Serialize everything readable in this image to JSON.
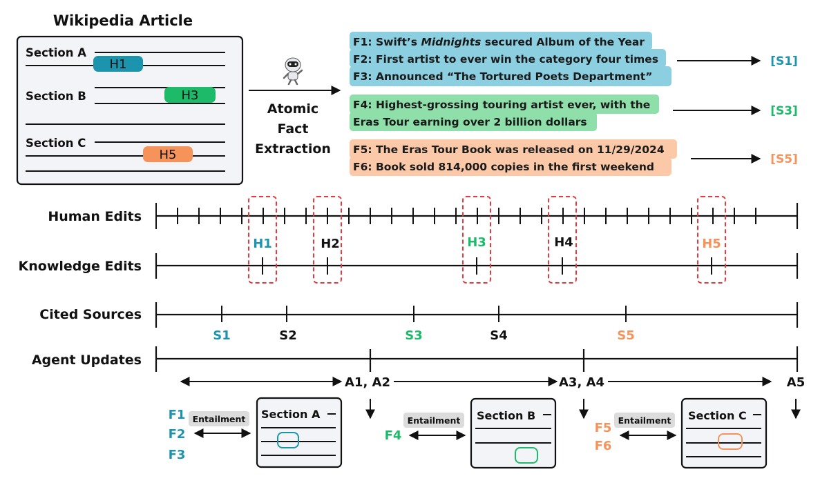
{
  "colors": {
    "blue": "#1d94ad",
    "green": "#1dba6a",
    "orange": "#f5935a",
    "blue_bg": "#8ccfe0",
    "green_bg": "#8edfa9",
    "orange_bg": "#fbc9a7",
    "dashed": "#e8383d"
  },
  "article": {
    "title": "Wikipedia Article",
    "sections": [
      "Section A",
      "Section B",
      "Section C"
    ],
    "highlights": [
      "H1",
      "H3",
      "H5"
    ]
  },
  "extraction": {
    "icon": "robot-icon",
    "label_lines": [
      "Atomic",
      "Fact",
      "Extraction"
    ]
  },
  "facts": {
    "group_a": {
      "f1_prefix": "F1: Swift’s ",
      "f1_italic": "Midnights",
      "f1_suffix": " secured Album of the Year",
      "f2": "F2: First artist to ever win the category four times",
      "f3": "F3: Announced “The Tortured Poets Department”",
      "source": "[S1]"
    },
    "group_b": {
      "f4_line1": "F4: Highest-grossing touring artist ever, with the",
      "f4_line2": "Eras Tour earning over 2 billion dollars",
      "source": "[S3]"
    },
    "group_c": {
      "f5": "F5: The Eras Tour Book was released on 11/29/2024",
      "f6": "F6: Book sold 814,000 copies in the first weekend",
      "source": "[S5]"
    }
  },
  "timelines": {
    "human_edits": "Human Edits",
    "knowledge_edits": "Knowledge Edits",
    "cited_sources": "Cited Sources",
    "agent_updates": "Agent Updates",
    "knowledge_labels": [
      "H1",
      "H2",
      "H3",
      "H4",
      "H5"
    ],
    "source_labels": [
      "S1",
      "S2",
      "S3",
      "S4",
      "S5"
    ],
    "update_labels": [
      "A1, A2",
      "A3, A4",
      "A5"
    ]
  },
  "bottom": {
    "entailment": "Entailment",
    "groups": [
      {
        "facts": [
          "F1",
          "F2",
          "F3"
        ],
        "section": "Section A"
      },
      {
        "facts": [
          "F4"
        ],
        "section": "Section B"
      },
      {
        "facts": [
          "F5",
          "F6"
        ],
        "section": "Section C"
      }
    ]
  }
}
